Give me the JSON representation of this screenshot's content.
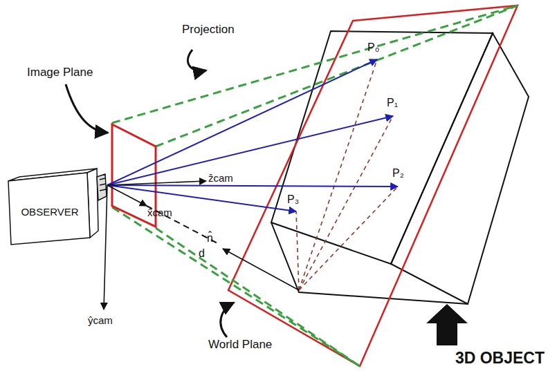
{
  "diagram": {
    "nodes": [
      {
        "text": [
          "OBSERVER"
        ]
      }
    ],
    "labels": [
      "Projection",
      "Image Plane",
      "P₀",
      "P₁",
      "P₂",
      "P₃",
      "ẑcam",
      "x̂cam",
      "n̂",
      "d",
      "ŷcam",
      "World Plane",
      "3D OBJECT"
    ]
  }
}
